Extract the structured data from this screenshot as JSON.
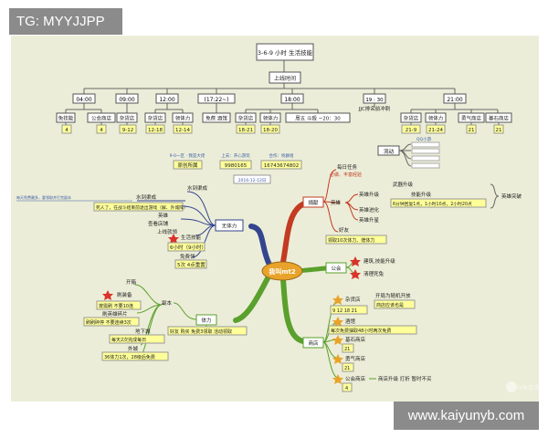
{
  "overlay": {
    "tg": "TG: MYYJJPP",
    "site": "www.kaiyunyb.com"
  },
  "colors": {
    "bg": "#ecedd8",
    "node": "#ffffff",
    "yellow": "#ffff99",
    "blue": "#33458e",
    "red": "#c23b22",
    "green": "#5aa02c",
    "orange": "#e9a32a"
  },
  "header": {
    "title": "3-6-9 小时 生活技能",
    "online": "上线时间",
    "jjc": "JJC排名前冲刺"
  },
  "times": [
    "04:00",
    "09:00",
    "12:00",
    "(17:22~)",
    "18:00",
    "19 : 30",
    "21:00"
  ],
  "row1": [
    "免技能",
    "公会商店",
    "杂货店",
    "杂货店",
    "领体力",
    "免费 酒馆",
    "杂货店",
    "领体力",
    "周五 斗殴 ~20：30",
    "杂货店",
    "领体力",
    "勇气商店",
    "基石商店"
  ],
  "row2": [
    "4",
    "4",
    "9-12",
    "12-18",
    "12-14",
    "18-21",
    "18-20",
    "21-9",
    "21-24",
    "21",
    "21"
  ],
  "info": {
    "label1": "9-0一区 · 我是大佬",
    "val1": "原创所属",
    "label2": "上去：开心游玩",
    "val2": "9980165",
    "label3": "合作：找群组",
    "val3": "16743674802",
    "date": "2016-12-12日",
    "qq": "QQ小游",
    "flow": "流动"
  },
  "center": "我叫mt2",
  "left": {
    "water": "水到渠成",
    "note": "每天免费最多，要领取并打完副本",
    "notes2": "死人了，在战斗结束前退出游戏（解、外城阵）",
    "shop": "查看店铺",
    "online": "上线就领",
    "hero": "英雄",
    "skill": "生活技能",
    "timeq": "6小时（9小时）",
    "free": "免费领",
    "reset": "5次 4点重置",
    "energy": "无体力",
    "daily": "每天2次完成每日",
    "fuben": "副本",
    "shenqi": "开箱",
    "brush": "刷装备",
    "brush2": "按需刷 不要10连",
    "hero2": "刷英雄碎片",
    "hero3": "刷刷碎停 不要连续3次",
    "underground": "地下城",
    "dungeon": "每天2次完成每日",
    "outer": "外城",
    "outer2": "36体力1次，28级后免费",
    "tili": "体力",
    "tili2": "好友 购买 免费3领取 活动领取"
  },
  "right": {
    "guild": "捐献",
    "daily_task": "每日任务",
    "daily_task2": "必做、丰富经验",
    "up1": "英雄升级",
    "up1a": "武器升级",
    "up1b": "技能升级",
    "up1c": "6分钟回复1点，1小时10点，2小时20点",
    "evolve": "英雄进化",
    "star": "英雄升星",
    "talent": "英雄突破",
    "friend": "好友",
    "friend2": "领取10次体力、赠体力",
    "gonghui": "公会",
    "build": "建筑,技能升级",
    "clean": "清理死兔",
    "shop": "商店",
    "misc": "杂货店",
    "misc2": "9 12 18 21",
    "refresh": "开局为随机开放",
    "refresh2": "商店应该也是",
    "pub": "酒馆",
    "pub2": "每次免费抽取48小时两次免费",
    "base": "基石商店",
    "base2": "21",
    "courage": "勇气商店",
    "courage2": "21",
    "guildshop": "公会商店",
    "guildshop2": "4",
    "guildshop3": "商店升级 打折 暂时不买"
  }
}
